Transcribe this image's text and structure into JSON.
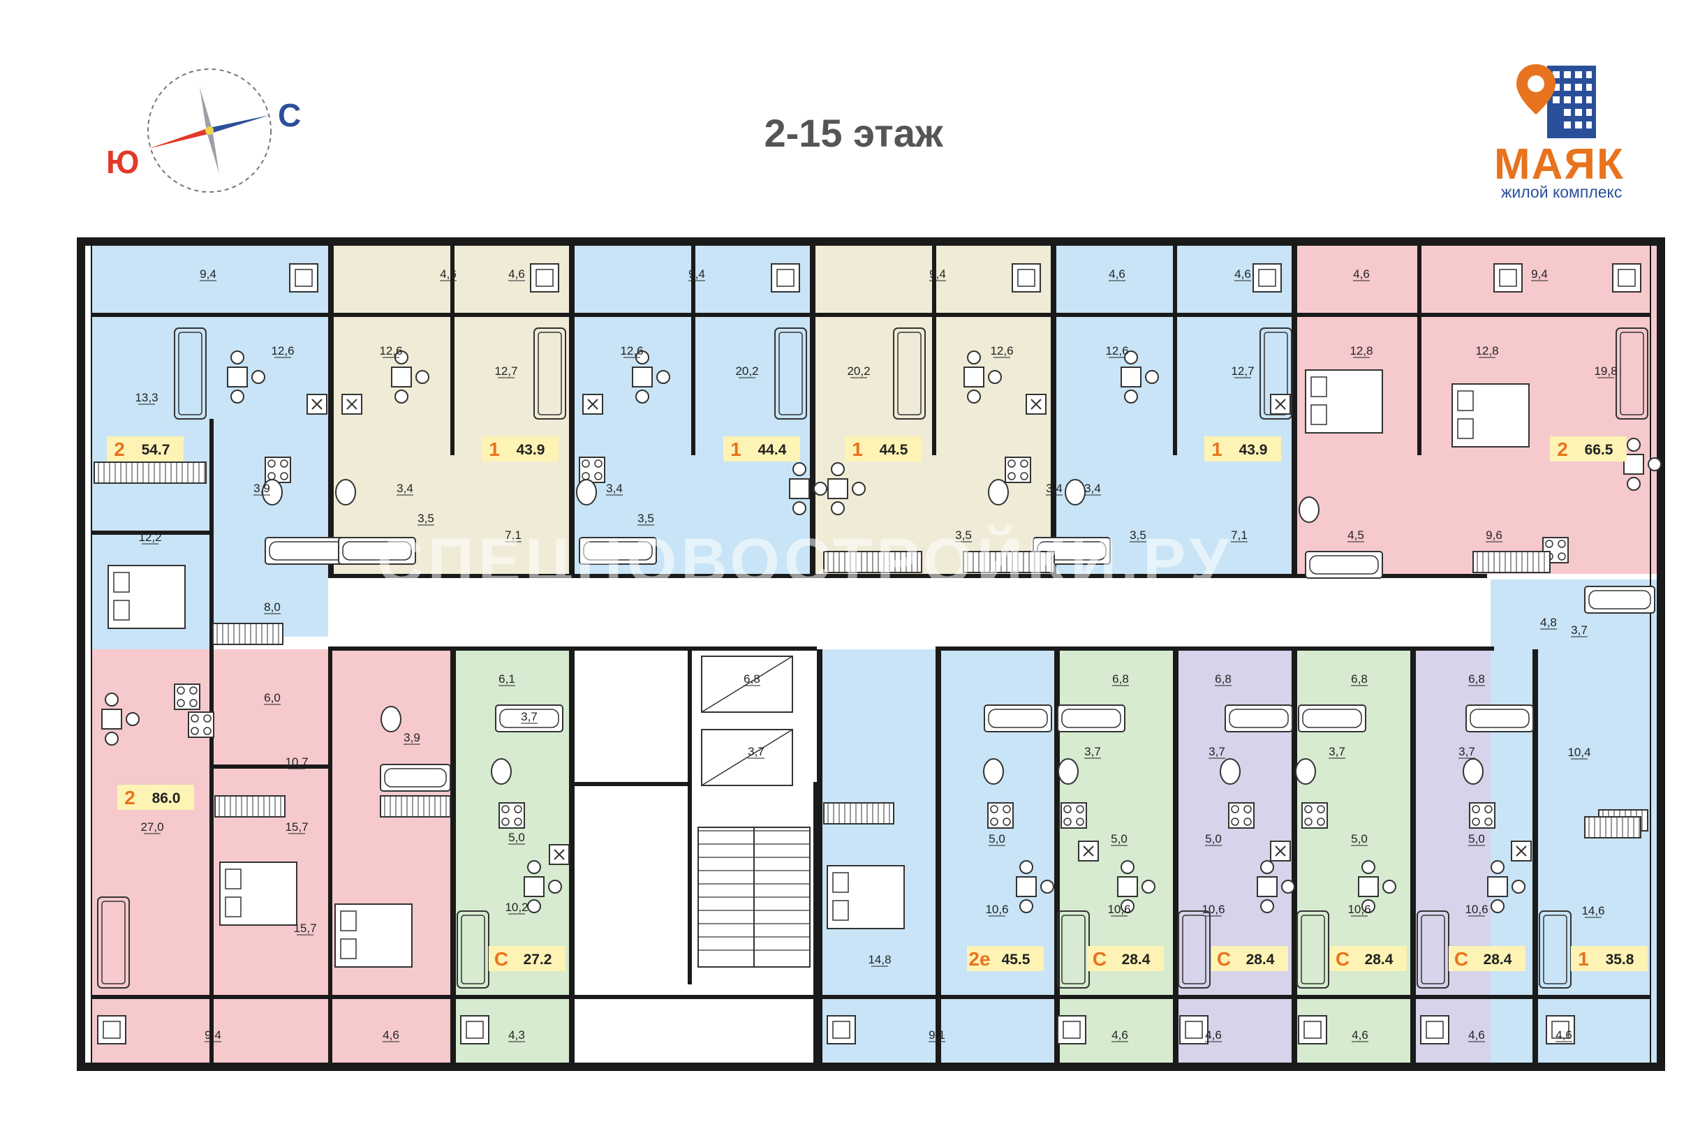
{
  "header": {
    "floor_title": "2-15 этаж",
    "compass_south": "Ю",
    "compass_north": "С"
  },
  "logo": {
    "name": "МАЯК",
    "subtitle": "жилой комплекс",
    "orange": "#e8731e",
    "blue": "#2a4f9a"
  },
  "watermark": "СПЕЦНОВОСТРОЙКИ.РУ",
  "colors": {
    "blue": "#c8e4f6",
    "beige": "#efebd6",
    "pink": "#f6c9cd",
    "green": "#d6ebcf",
    "purple": "#d6d3ea",
    "wall": "#1a1a1a",
    "badge": "#fdf3b4",
    "badge_num": "#e8731e"
  },
  "apartments": [
    {
      "id": "a1",
      "color": "blue",
      "rooms": "2",
      "area": "54.7"
    },
    {
      "id": "a2",
      "color": "beige",
      "rooms": "1",
      "area": "43.9"
    },
    {
      "id": "a3",
      "color": "blue",
      "rooms": "1",
      "area": "44.4"
    },
    {
      "id": "a4",
      "color": "beige",
      "rooms": "1",
      "area": "44.5"
    },
    {
      "id": "a5",
      "color": "blue",
      "rooms": "1",
      "area": "43.9"
    },
    {
      "id": "a6",
      "color": "pink",
      "rooms": "2",
      "area": "66.5"
    },
    {
      "id": "a7",
      "color": "pink",
      "rooms": "2",
      "area": "86.0"
    },
    {
      "id": "a8",
      "color": "green",
      "rooms": "С",
      "area": "27.2"
    },
    {
      "id": "a9",
      "color": "blue",
      "rooms": "2е",
      "area": "45.5"
    },
    {
      "id": "a10",
      "color": "green",
      "rooms": "С",
      "area": "28.4"
    },
    {
      "id": "a11",
      "color": "purple",
      "rooms": "С",
      "area": "28.4"
    },
    {
      "id": "a12",
      "color": "green",
      "rooms": "С",
      "area": "28.4"
    },
    {
      "id": "a13",
      "color": "purple",
      "rooms": "С",
      "area": "28.4"
    },
    {
      "id": "a14",
      "color": "blue",
      "rooms": "1",
      "area": "35.8"
    }
  ],
  "room_areas": [
    "9,4",
    "4,6",
    "4,6",
    "9,4",
    "9,4",
    "4,6",
    "4,6",
    "4,6",
    "9,4",
    "12,6",
    "13,3",
    "12,6",
    "12,7",
    "12,6",
    "20,2",
    "20,2",
    "12,6",
    "12,6",
    "12,7",
    "12,8",
    "12,8",
    "19,8",
    "3,9",
    "3,4",
    "3,5",
    "7,1",
    "3,4",
    "3,5",
    "3,5",
    "3,4",
    "3,4",
    "3,5",
    "7,1",
    "4,5",
    "9,6",
    "12,2",
    "8,0",
    "6,0",
    "10,7",
    "3,9",
    "6,1",
    "3,7",
    "5,0",
    "10,2",
    "4,3",
    "27,0",
    "15,7",
    "15,7",
    "9,4",
    "4,6",
    "4,8",
    "3,7",
    "10,4",
    "14,6",
    "4,6",
    "6,8",
    "6,8",
    "6,8",
    "6,8",
    "6,8",
    "3,7",
    "3,7",
    "3,7",
    "3,7",
    "3,7",
    "5,0",
    "5,0",
    "5,0",
    "5,0",
    "5,0",
    "10,6",
    "10,6",
    "10,6",
    "10,6",
    "10,6",
    "4,6",
    "4,6",
    "4,6",
    "4,6",
    "14,8",
    "9,1"
  ]
}
